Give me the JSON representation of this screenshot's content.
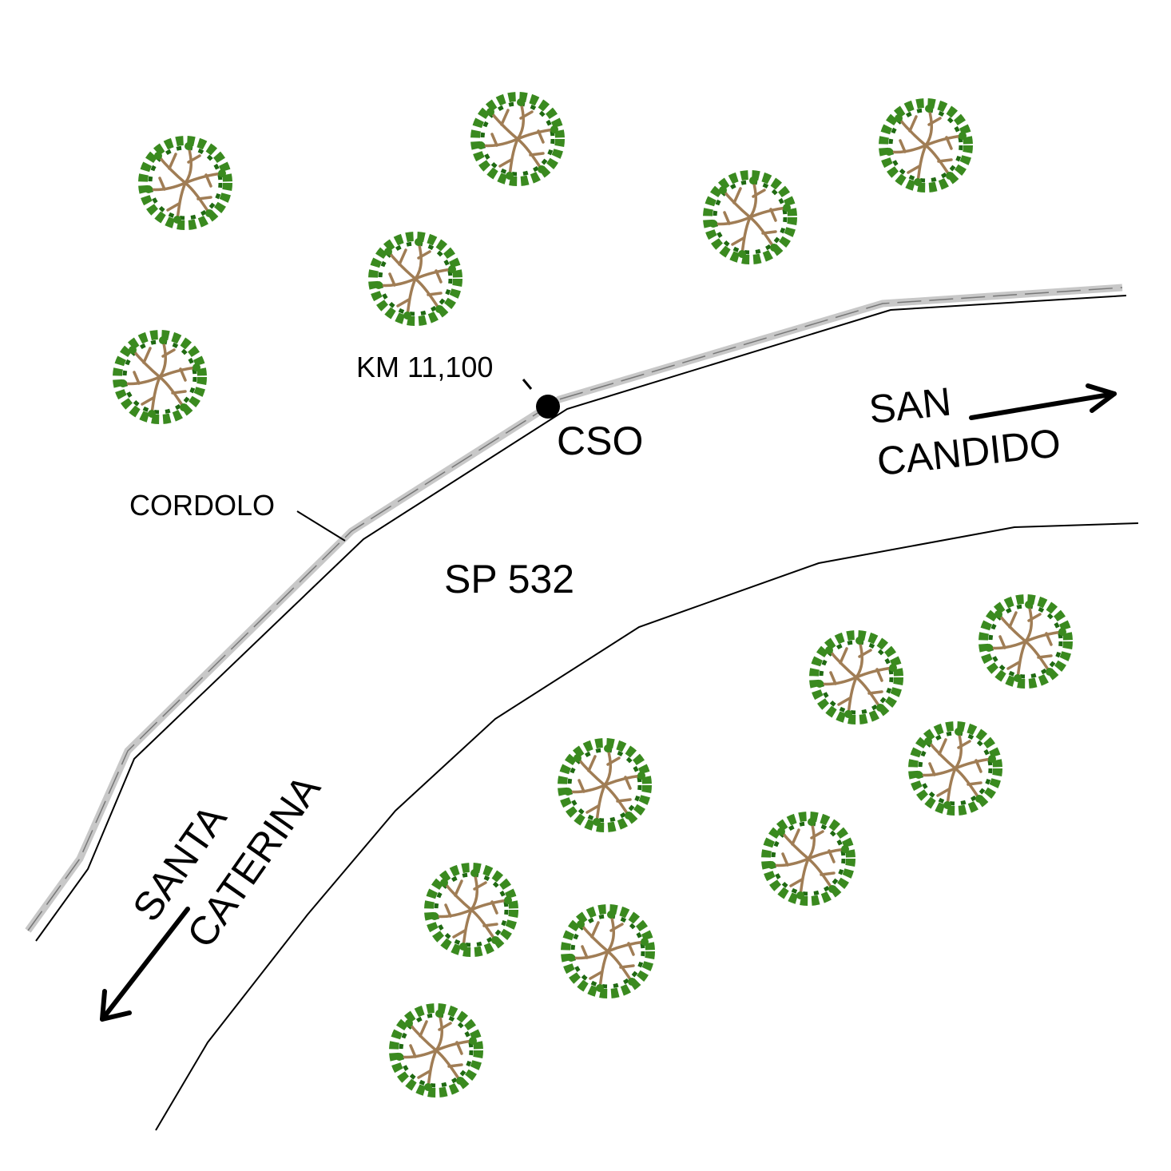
{
  "labels": {
    "km_marker": "KM 11,100",
    "cso": "CSO",
    "cordolo": "CORDOLO",
    "road_name": "SP 532",
    "dest_east_line1": "SAN",
    "dest_east_line2": "CANDIDO",
    "dest_southwest_line1": "SANTA",
    "dest_southwest_line2": "CATERINA"
  },
  "colors": {
    "road_line": "#000000",
    "curb_fill": "#c8c8c8",
    "tree_foliage": "#3a8a1f",
    "tree_foliage_dark": "#1f6a12",
    "tree_branch": "#a07d55",
    "marker": "#000000"
  },
  "icons": {
    "tree": "tree-icon",
    "marker": "point-marker-icon",
    "arrow": "direction-arrow-icon"
  }
}
